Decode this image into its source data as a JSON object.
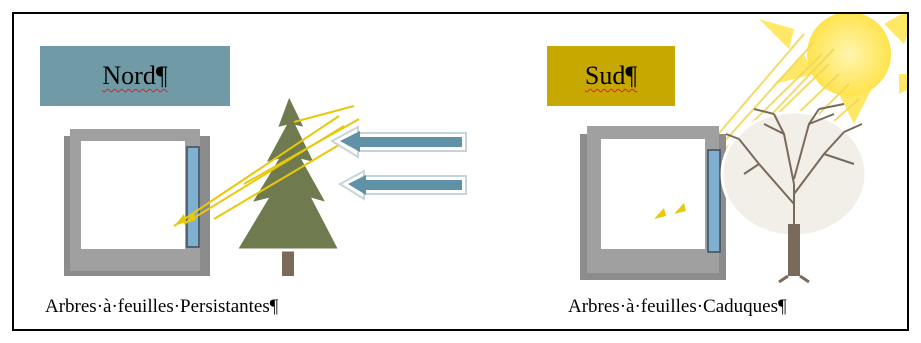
{
  "panels": [
    {
      "label": "Nord¶",
      "caption": "Arbres·à·feuilles·Persistantes¶",
      "label_color": "#6f9aa6",
      "tree": "evergreen-tree-icon"
    },
    {
      "label": "Sud¶",
      "caption": "Arbres·à·feuilles·Caduques¶",
      "label_color": "#c7a800",
      "tree": "deciduous-tree-icon"
    }
  ],
  "colors": {
    "sun": "#ffe866",
    "ray": "#e8c80a",
    "window_frame": "#8c8c8c",
    "glass": "#7fb0d0",
    "wind_arrow": "#5f92a6",
    "evergreen": "#6f7a4e",
    "trunk": "#7a6a5a"
  }
}
